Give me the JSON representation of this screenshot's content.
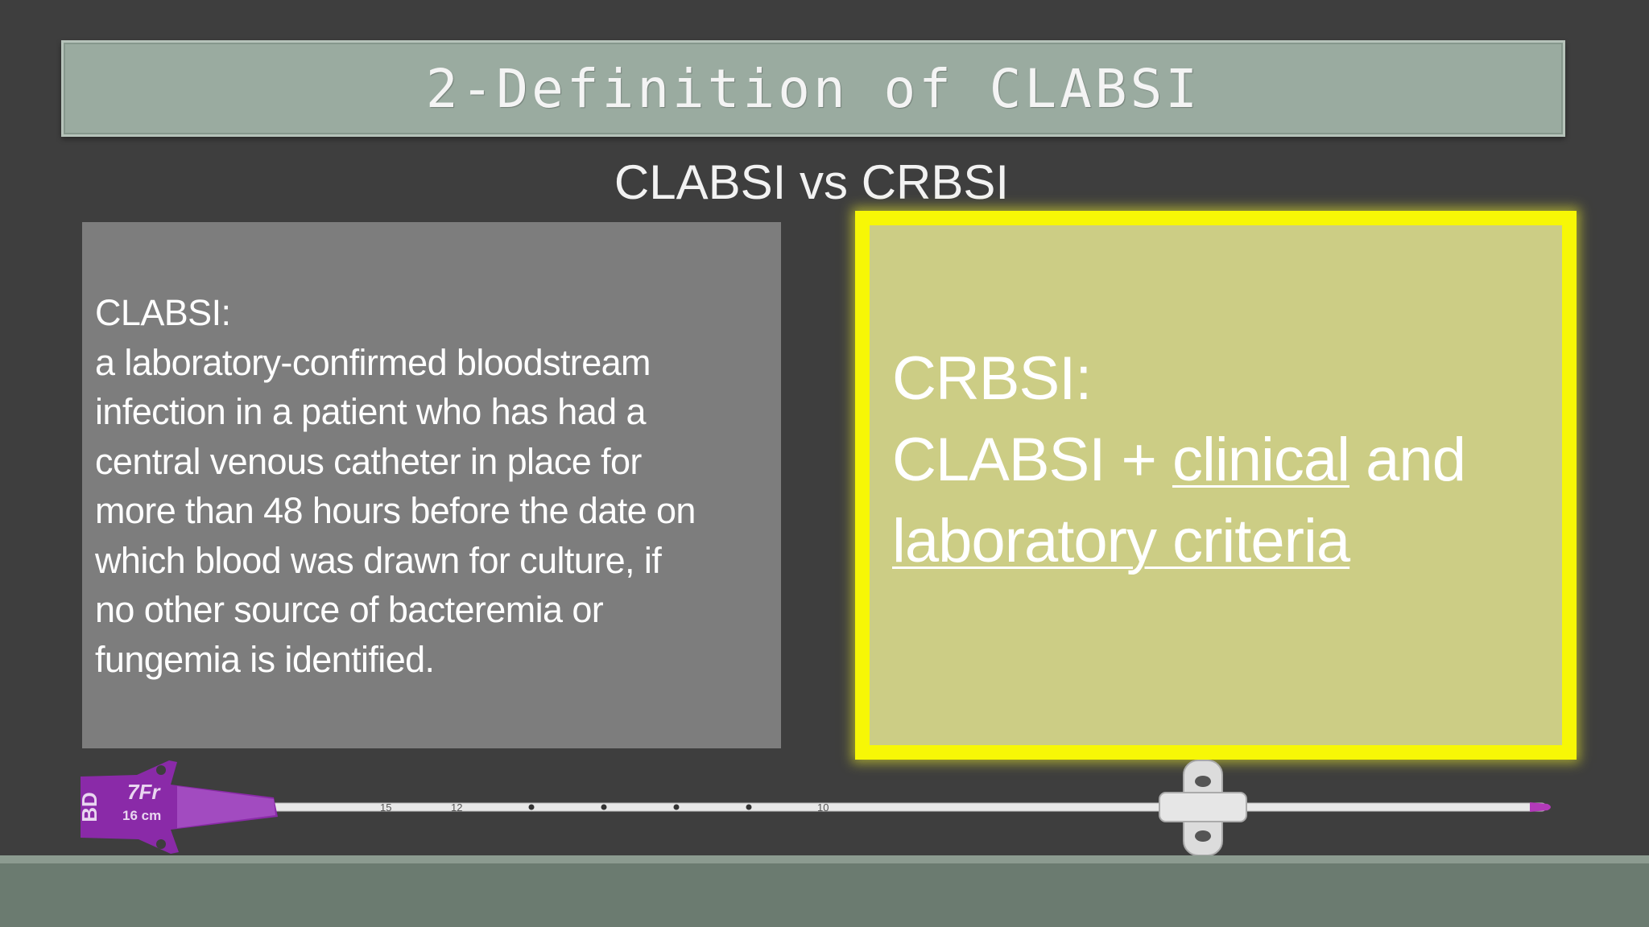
{
  "slide": {
    "title": "2-Definition of CLABSI",
    "subtitle": "CLABSI vs CRBSI"
  },
  "left_panel": {
    "heading": "CLABSI:",
    "lines": [
      "a laboratory-confirmed bloodstream",
      "infection in a patient who has had a",
      "central venous catheter in place for",
      "more than 48 hours before the date on",
      "which blood was drawn for culture, if",
      "no other source of bacteremia or",
      "fungemia is identified."
    ]
  },
  "right_panel": {
    "heading": "CRBSI:",
    "line2_prefix": "CLABSI + ",
    "line2_underlined": "clinical",
    "line2_suffix": " and",
    "line3_underlined": "laboratory criteria"
  },
  "catheter": {
    "brand": "BD",
    "size": "7Fr",
    "length": "16 cm",
    "marks": [
      "15",
      "12",
      "10"
    ],
    "hub_color": "#8a2aa8"
  },
  "colors": {
    "background": "#3e3e3e",
    "title_bar": "#9aaba0",
    "left_box": "#7d7d7d",
    "right_box": "#cccd85",
    "right_border": "#f7f706",
    "floor": "#6b7b70"
  }
}
